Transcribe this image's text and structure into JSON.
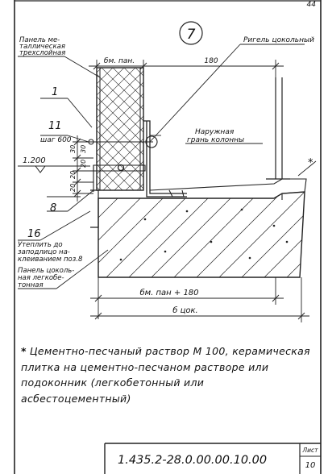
{
  "detail": {
    "number": "7",
    "page_corner": "44",
    "labels": {
      "panel_top": "Панель ме-",
      "panel_top_2": "таллическая",
      "panel_top_3": "трехслойная",
      "rigel": "Ригель цокольный",
      "callout_1": "1",
      "callout_11": "11",
      "step_600": "шаг 600",
      "level": "1.200",
      "callout_8": "8",
      "callout_16": "16",
      "insul_1": "Утеплить до",
      "insul_2": "заподлицо на-",
      "insul_3": "клеиванием поз.8",
      "plinth_1": "Панель цоколь-",
      "plinth_2": "ная легкобе-",
      "plinth_3": "тонная",
      "column_face_1": "Наружная",
      "column_face_2": "грань колонны",
      "star": "*"
    },
    "dimensions": {
      "bm_pan_top": "бм. пан.",
      "d180_top": "180",
      "v30a": "30",
      "v30b": "30",
      "v20a": "20",
      "v20b": "20",
      "v20c": "20",
      "bm_pan_180": "бм. пан + 180",
      "b_tsok": "б цок."
    },
    "note": {
      "marker": "*",
      "text": "Цементно-песчаный раствор М 100, керамическая плитка на цементно-песчаном растворе или подоконник (легкобетонный или асбестоцементный)"
    },
    "title_block": {
      "designation": "1.435.2-28.0.00.00.10.00",
      "sheet_label": "Лист",
      "sheet_number": "10"
    }
  }
}
